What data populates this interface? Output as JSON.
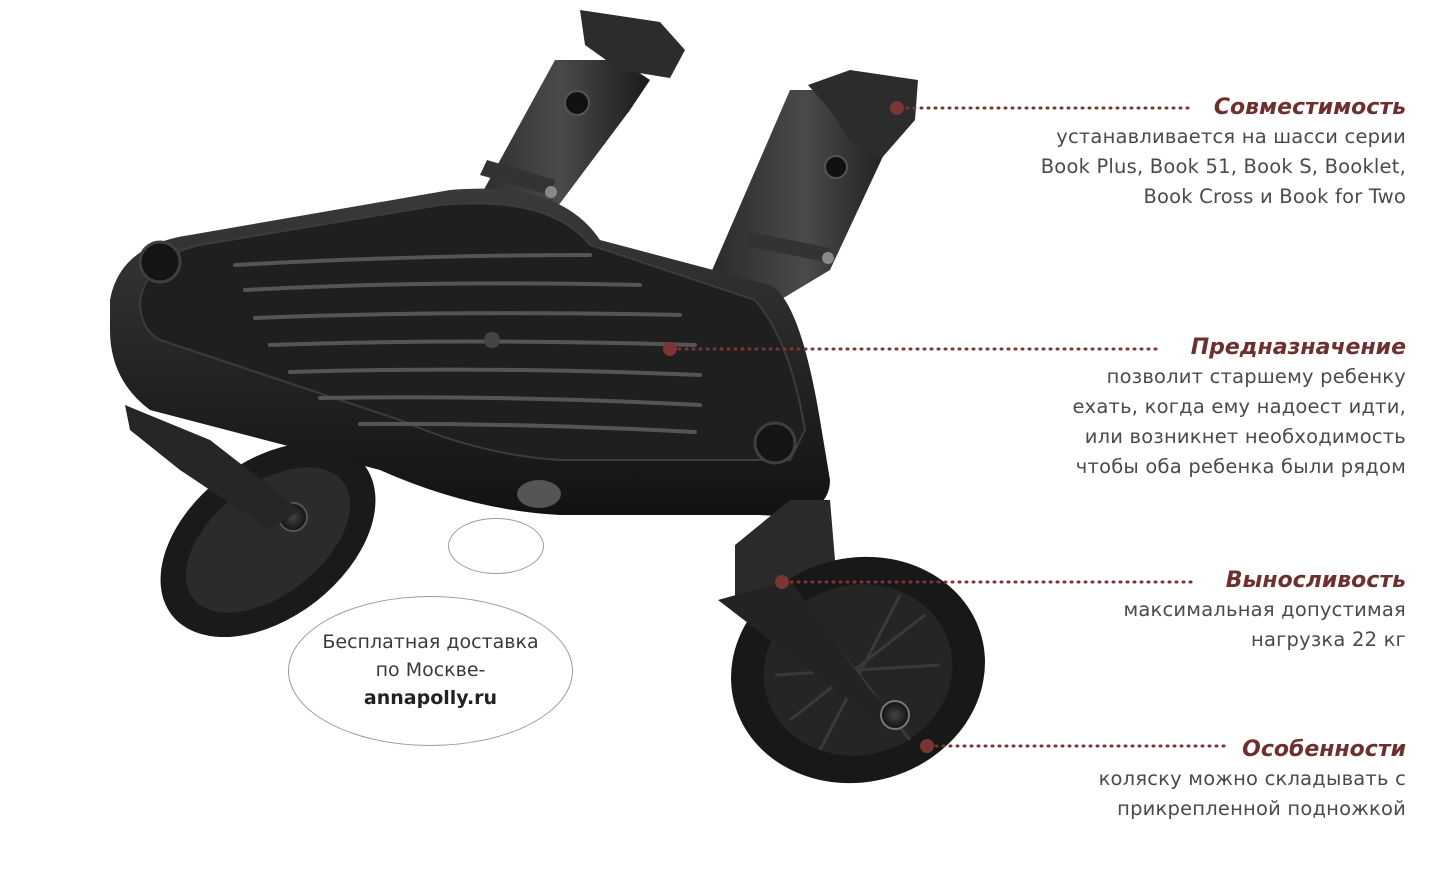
{
  "colors": {
    "accent": "#6e2f2f",
    "dot": "#7a3535",
    "body_text": "#4a4a4a",
    "product_plastic": "#1c1c1c"
  },
  "callouts": [
    {
      "title": "Совместимость",
      "lines": [
        "устанавливается на шасси серии",
        "Book Plus, Book 51, Book S, Booklet,",
        "Book Cross и Book for Two"
      ]
    },
    {
      "title": "Предназначение",
      "lines": [
        "позволит старшему ребенку",
        "ехать, когда ему надоест идти,",
        "или возникнет необходимость",
        "чтобы оба ребенка были рядом"
      ]
    },
    {
      "title": "Выносливость",
      "lines": [
        "максимальная допустимая",
        "нагрузка 22 кг"
      ]
    },
    {
      "title": "Особенности",
      "lines": [
        "коляску можно складывать с",
        "прикрепленной подножкой"
      ]
    }
  ],
  "promo": {
    "line1": "Бесплатная доставка",
    "line2": "по Москве-",
    "site": "annapolly.ru"
  }
}
